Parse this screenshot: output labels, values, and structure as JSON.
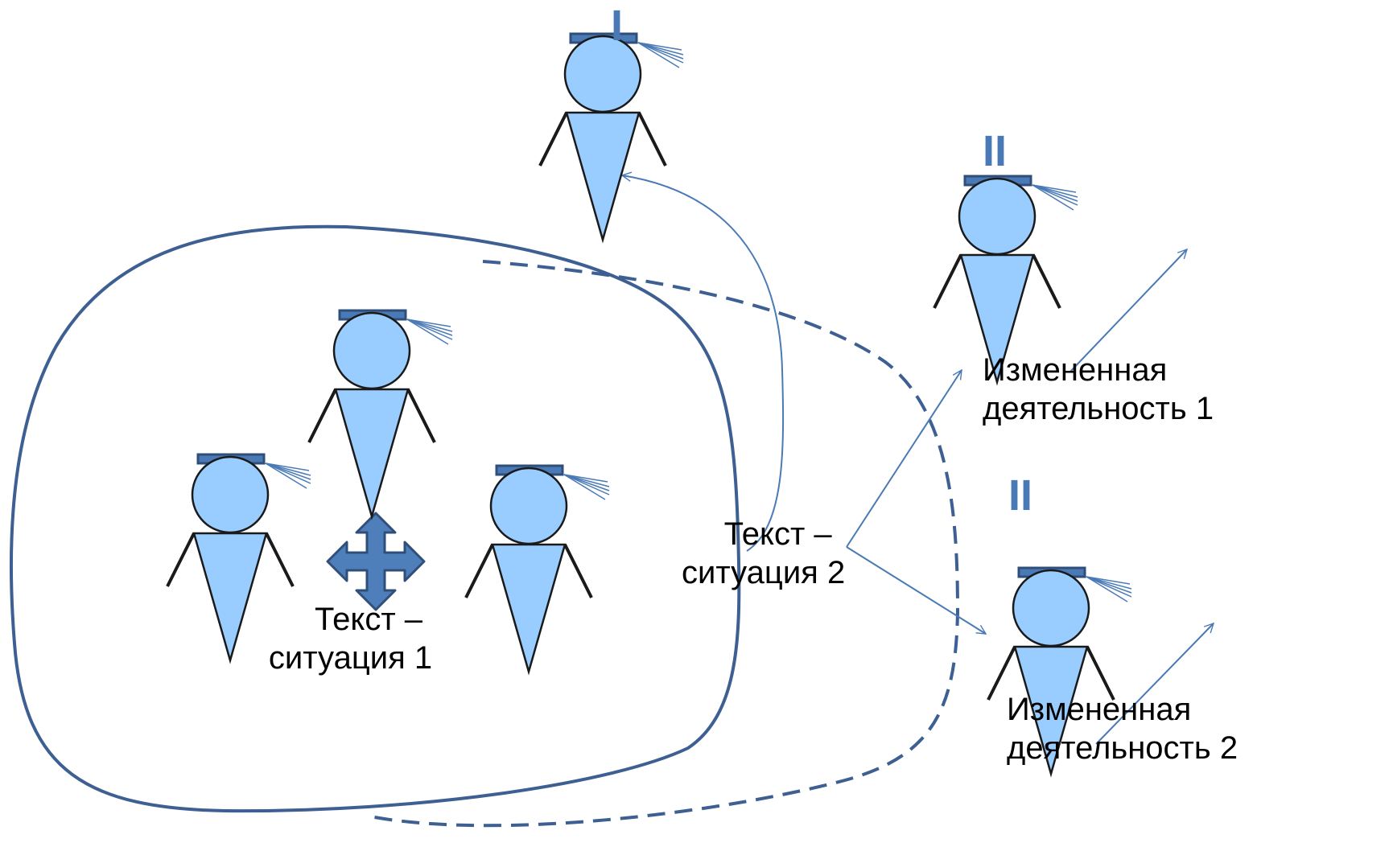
{
  "colors": {
    "figure_fill": "#99ccff",
    "figure_stroke": "#1a1a1a",
    "cap_fill": "#4a7ab5",
    "boundary": "#3d5f92",
    "arrow": "#4a7ab5",
    "move_icon": "#4f7fba",
    "roman": "#4a7ab5"
  },
  "labels": {
    "situation_1": [
      "Текст –",
      "ситуация 1"
    ],
    "situation_2": [
      "Текст –",
      "ситуация 2"
    ],
    "changed_1": [
      "Измененная",
      "деятельность 1"
    ],
    "changed_2": [
      "Измененная",
      "деятельность 2"
    ]
  },
  "roman_marks": [
    "I",
    "II",
    "II"
  ],
  "icons": {
    "center_icon": "four-way-move-arrow-icon",
    "figure_icon": "graduate-figure-icon"
  }
}
